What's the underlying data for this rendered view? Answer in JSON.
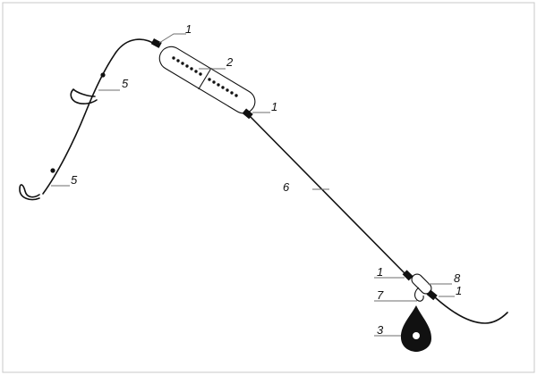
{
  "colors": {
    "line": "#111111",
    "leader": "#6e6e6e",
    "frame": "#c8c8c8",
    "background": "#ffffff"
  },
  "labels": {
    "knot_top_left": "1",
    "float": "2",
    "knot_top_right": "1",
    "hook_upper": "5",
    "hook_lower": "5",
    "main_line": "6",
    "knot_lower_left": "1",
    "swivel": "8",
    "snap": "7",
    "knot_lower_right": "1",
    "sinker": "3"
  }
}
